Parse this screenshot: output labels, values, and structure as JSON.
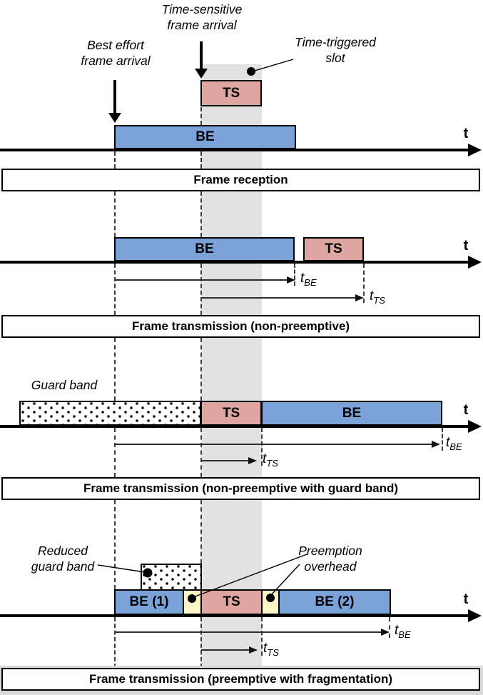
{
  "colors": {
    "be_fill": "#7aa1d8",
    "ts_fill": "#dfa5a0",
    "overhead_fill": "#fcf6c9",
    "slot_band": "#e2e2e2"
  },
  "annotations": {
    "time_sensitive_arrival_line1": "Time-sensitive",
    "time_sensitive_arrival_line2": "frame arrival",
    "best_effort_arrival_line1": "Best effort",
    "best_effort_arrival_line2": "frame arrival",
    "time_triggered_slot_line1": "Time-triggered",
    "time_triggered_slot_line2": "slot",
    "guard_band": "Guard band",
    "reduced_guard_band_line1": "Reduced",
    "reduced_guard_band_line2": "guard band",
    "preemption_overhead_line1": "Preemption",
    "preemption_overhead_line2": "overhead"
  },
  "axis": {
    "time_label": "t"
  },
  "frames": {
    "be": "BE",
    "ts": "TS",
    "be_fragment1": "BE (1)",
    "be_fragment2": "BE (2)"
  },
  "measurements": {
    "t_symbol": "t",
    "be_subscript": "BE",
    "ts_subscript": "TS"
  },
  "captions": {
    "section1": "Frame reception",
    "section2": "Frame transmission (non-preemptive)",
    "section3": "Frame transmission (non-preemptive with guard band)",
    "section4": "Frame transmission (preemptive with fragmentation)"
  }
}
